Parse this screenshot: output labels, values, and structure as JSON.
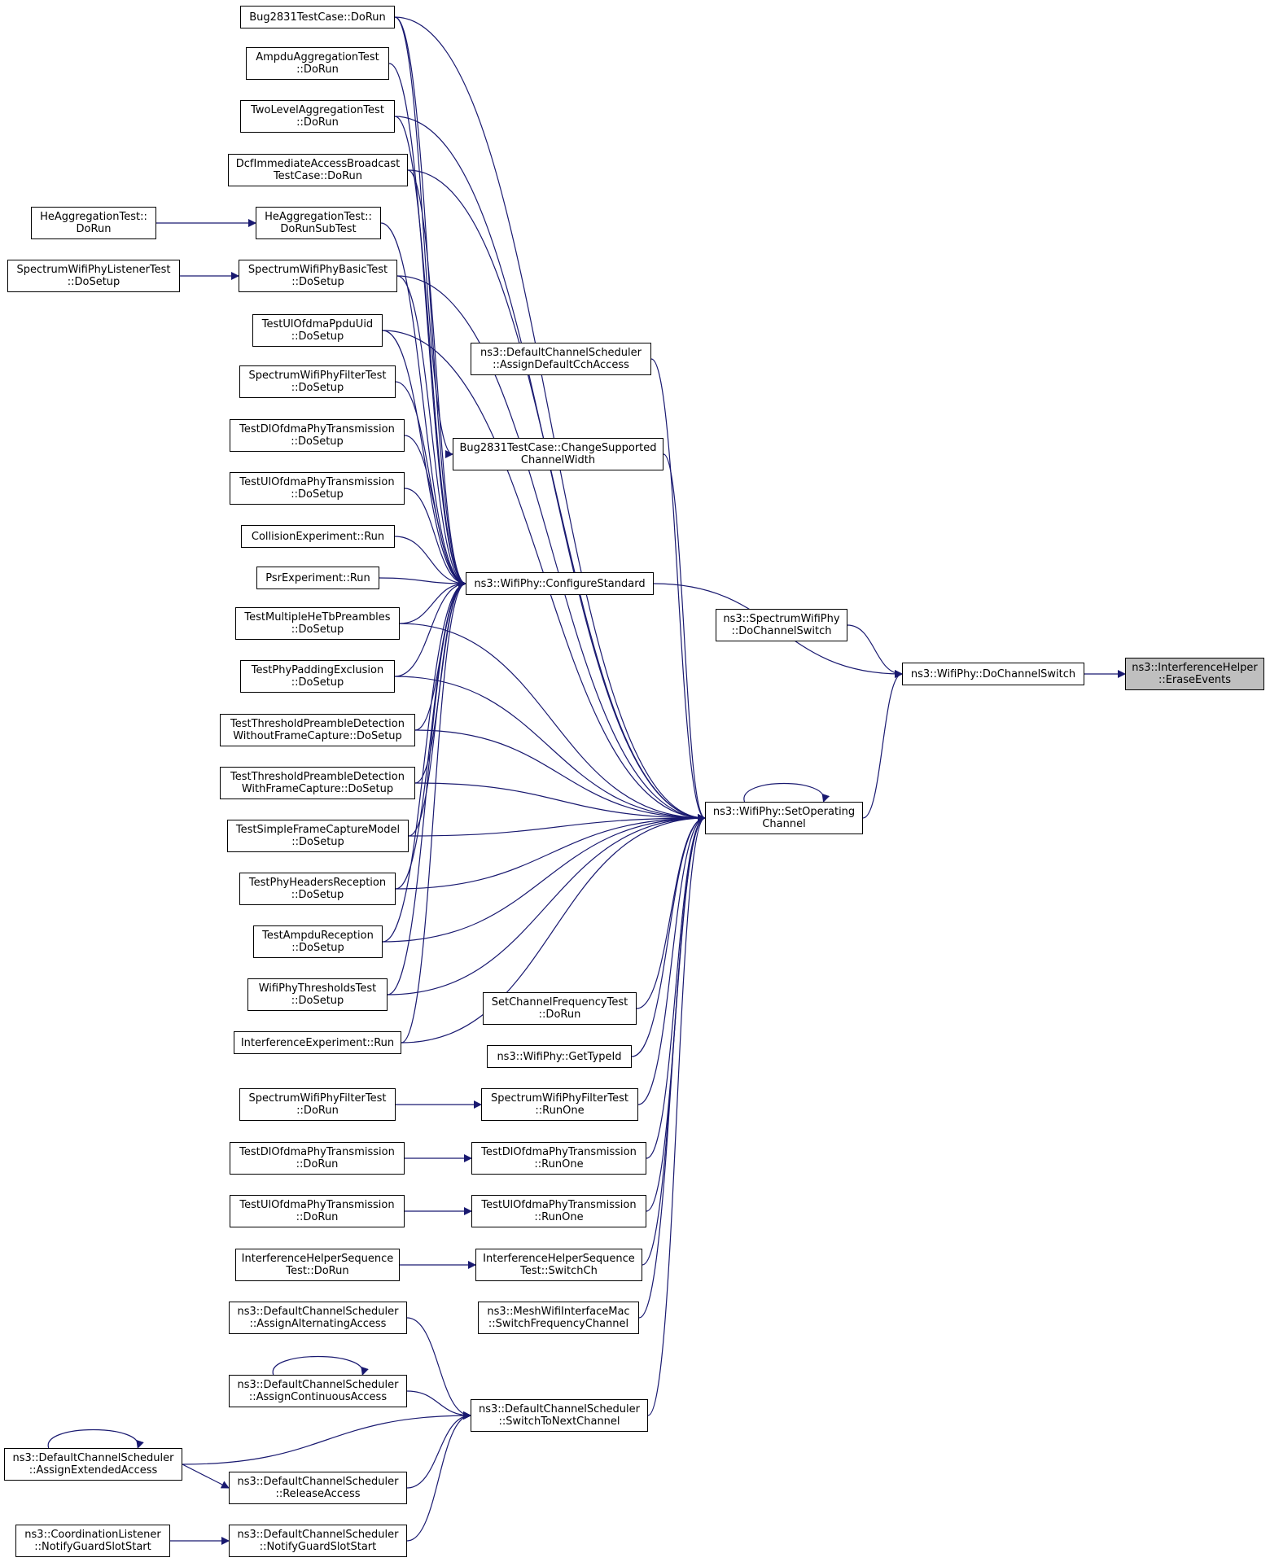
{
  "diagram": {
    "type": "call-graph",
    "edge_color": "#191970",
    "node_border": "#000000",
    "focus_fill": "#bfbfbf",
    "nodes": [
      {
        "id": "erase",
        "lines": [
          "ns3::InterferenceHelper",
          "::EraseEvents"
        ],
        "focus": true
      },
      {
        "id": "dcs",
        "lines": [
          "ns3::WifiPhy::DoChannelSwitch"
        ]
      },
      {
        "id": "sdcs",
        "lines": [
          "ns3::SpectrumWifiPhy",
          "::DoChannelSwitch"
        ]
      },
      {
        "id": "soc",
        "lines": [
          "ns3::WifiPhy::SetOperating",
          "Channel"
        ]
      },
      {
        "id": "cs",
        "lines": [
          "ns3::WifiPhy::ConfigureStandard"
        ]
      },
      {
        "id": "adca",
        "lines": [
          "ns3::DefaultChannelScheduler",
          "::AssignDefaultCchAccess"
        ]
      },
      {
        "id": "bcw",
        "lines": [
          "Bug2831TestCase::ChangeSupported",
          "ChannelWidth"
        ]
      },
      {
        "id": "bdr",
        "lines": [
          "Bug2831TestCase::DoRun"
        ]
      },
      {
        "id": "ampdu",
        "lines": [
          "AmpduAggregationTest",
          "::DoRun"
        ]
      },
      {
        "id": "twolevel",
        "lines": [
          "TwoLevelAggregationTest",
          "::DoRun"
        ]
      },
      {
        "id": "dcfiab",
        "lines": [
          "DcfImmediateAccessBroadcast",
          "TestCase::DoRun"
        ]
      },
      {
        "id": "heaggsub",
        "lines": [
          "HeAggregationTest::",
          "DoRunSubTest"
        ]
      },
      {
        "id": "heagg",
        "lines": [
          "HeAggregationTest::",
          "DoRun"
        ]
      },
      {
        "id": "swpbasic",
        "lines": [
          "SpectrumWifiPhyBasicTest",
          "::DoSetup"
        ]
      },
      {
        "id": "swplistener",
        "lines": [
          "SpectrumWifiPhyListenerTest",
          "::DoSetup"
        ]
      },
      {
        "id": "tulppdu",
        "lines": [
          "TestUlOfdmaPpduUid",
          "::DoSetup"
        ]
      },
      {
        "id": "swpfilter",
        "lines": [
          "SpectrumWifiPhyFilterTest",
          "::DoSetup"
        ]
      },
      {
        "id": "tdlpt",
        "lines": [
          "TestDlOfdmaPhyTransmission",
          "::DoSetup"
        ]
      },
      {
        "id": "tulpt",
        "lines": [
          "TestUlOfdmaPhyTransmission",
          "::DoSetup"
        ]
      },
      {
        "id": "collision",
        "lines": [
          "CollisionExperiment::Run"
        ]
      },
      {
        "id": "psr",
        "lines": [
          "PsrExperiment::Run"
        ]
      },
      {
        "id": "tmhtb",
        "lines": [
          "TestMultipleHeTbPreambles",
          "::DoSetup"
        ]
      },
      {
        "id": "tppe",
        "lines": [
          "TestPhyPaddingExclusion",
          "::DoSetup"
        ]
      },
      {
        "id": "ttpdwo",
        "lines": [
          "TestThresholdPreambleDetection",
          "WithoutFrameCapture::DoSetup"
        ]
      },
      {
        "id": "ttpdw",
        "lines": [
          "TestThresholdPreambleDetection",
          "WithFrameCapture::DoSetup"
        ]
      },
      {
        "id": "tsfcm",
        "lines": [
          "TestSimpleFrameCaptureModel",
          "::DoSetup"
        ]
      },
      {
        "id": "tphr",
        "lines": [
          "TestPhyHeadersReception",
          "::DoSetup"
        ]
      },
      {
        "id": "tar",
        "lines": [
          "TestAmpduReception",
          "::DoSetup"
        ]
      },
      {
        "id": "wpth",
        "lines": [
          "WifiPhyThresholdsTest",
          "::DoSetup"
        ]
      },
      {
        "id": "intexp",
        "lines": [
          "InterferenceExperiment::Run"
        ]
      },
      {
        "id": "scft",
        "lines": [
          "SetChannelFrequencyTest",
          "::DoRun"
        ]
      },
      {
        "id": "gettid",
        "lines": [
          "ns3::WifiPhy::GetTypeId"
        ]
      },
      {
        "id": "swpfro",
        "lines": [
          "SpectrumWifiPhyFilterTest",
          "::RunOne"
        ]
      },
      {
        "id": "swpfdr",
        "lines": [
          "SpectrumWifiPhyFilterTest",
          "::DoRun"
        ]
      },
      {
        "id": "tdlro",
        "lines": [
          "TestDlOfdmaPhyTransmission",
          "::RunOne"
        ]
      },
      {
        "id": "tdldr",
        "lines": [
          "TestDlOfdmaPhyTransmission",
          "::DoRun"
        ]
      },
      {
        "id": "tulro",
        "lines": [
          "TestUlOfdmaPhyTransmission",
          "::RunOne"
        ]
      },
      {
        "id": "tuldr",
        "lines": [
          "TestUlOfdmaPhyTransmission",
          "::DoRun"
        ]
      },
      {
        "id": "ihssw",
        "lines": [
          "InterferenceHelperSequence",
          "Test::SwitchCh"
        ]
      },
      {
        "id": "ihsdr",
        "lines": [
          "InterferenceHelperSequence",
          "Test::DoRun"
        ]
      },
      {
        "id": "mesh",
        "lines": [
          "ns3::MeshWifiInterfaceMac",
          "::SwitchFrequencyChannel"
        ]
      },
      {
        "id": "stnc",
        "lines": [
          "ns3::DefaultChannelScheduler",
          "::SwitchToNextChannel"
        ]
      },
      {
        "id": "aaa",
        "lines": [
          "ns3::DefaultChannelScheduler",
          "::AssignAlternatingAccess"
        ]
      },
      {
        "id": "aca",
        "lines": [
          "ns3::DefaultChannelScheduler",
          "::AssignContinuousAccess"
        ]
      },
      {
        "id": "aea",
        "lines": [
          "ns3::DefaultChannelScheduler",
          "::AssignExtendedAccess"
        ]
      },
      {
        "id": "ra",
        "lines": [
          "ns3::DefaultChannelScheduler",
          "::ReleaseAccess"
        ]
      },
      {
        "id": "ngss",
        "lines": [
          "ns3::DefaultChannelScheduler",
          "::NotifyGuardSlotStart"
        ]
      },
      {
        "id": "clngss",
        "lines": [
          "ns3::CoordinationListener",
          "::NotifyGuardSlotStart"
        ]
      }
    ]
  }
}
